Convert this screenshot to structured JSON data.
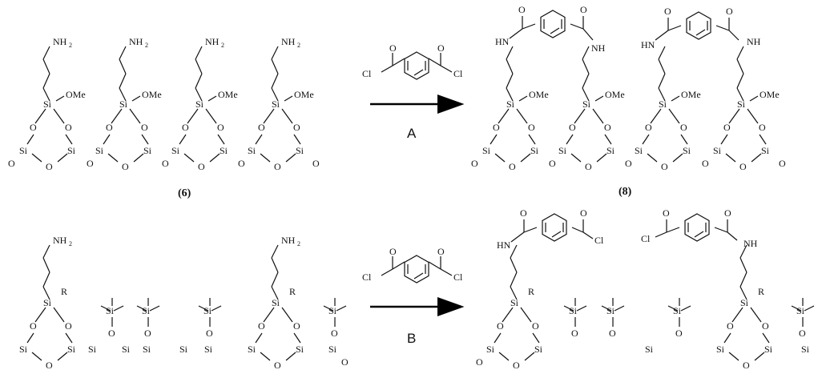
{
  "labels": {
    "compound_6": "(6)",
    "compound_8": "(8)",
    "arrow_a": "A",
    "arrow_b": "B"
  },
  "atoms": {
    "nh2_n": "NH",
    "nh2_sub": "2",
    "nh": "NH",
    "hn": "HN",
    "ome": "OMe",
    "si": "Si",
    "o": "O",
    "r": "R",
    "cl": "Cl"
  }
}
